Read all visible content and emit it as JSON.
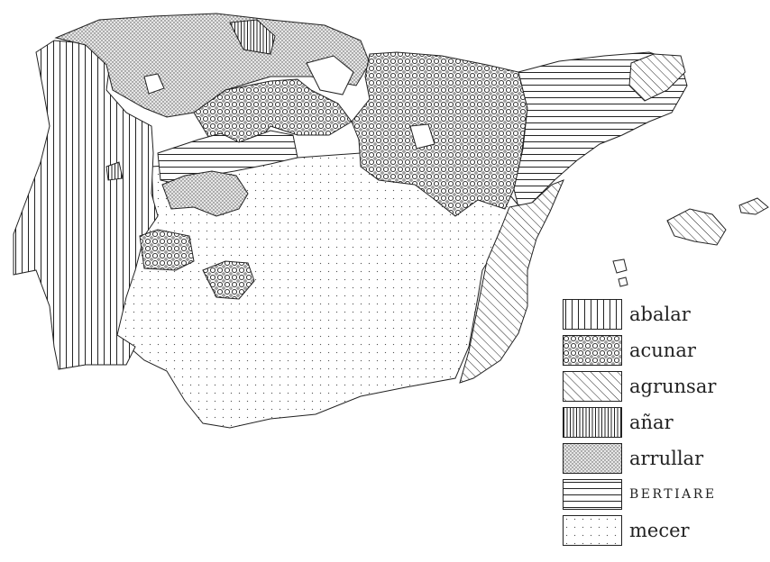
{
  "legend": {
    "items": [
      {
        "id": "abalar",
        "label": "abalar",
        "pattern": "vertical-stripes-wide"
      },
      {
        "id": "acunar",
        "label": "acunar",
        "pattern": "circles"
      },
      {
        "id": "agrunsar",
        "label": "agrunsar",
        "pattern": "diagonal-hatch"
      },
      {
        "id": "anar",
        "label": "añar",
        "pattern": "vertical-stripes-dense"
      },
      {
        "id": "arrullar",
        "label": "arrullar",
        "pattern": "dense-dots"
      },
      {
        "id": "bertiare",
        "label": "BERTIARE",
        "pattern": "horizontal-stripes"
      },
      {
        "id": "mecer",
        "label": "mecer",
        "pattern": "sparse-dots"
      }
    ]
  },
  "colors": {
    "ink": "#222222",
    "background": "#ffffff"
  }
}
